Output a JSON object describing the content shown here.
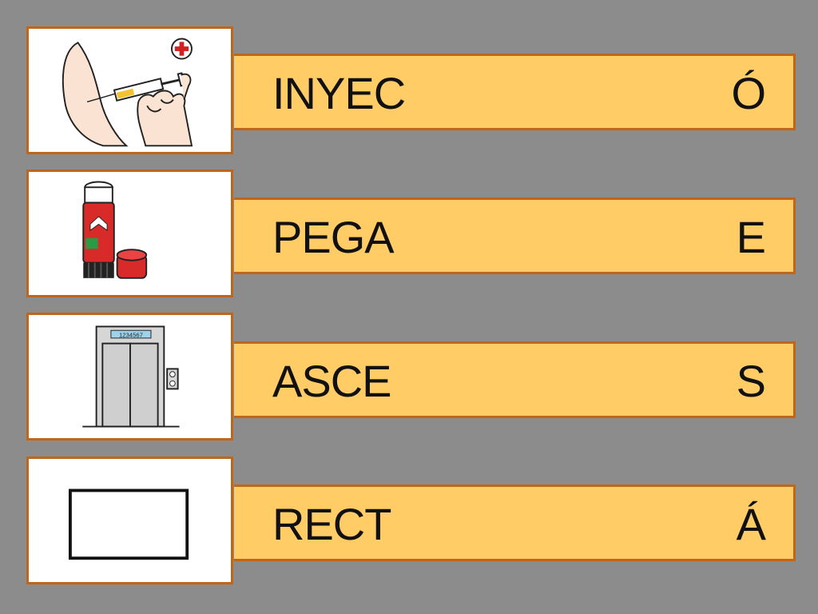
{
  "rows": [
    {
      "word": "INYEC",
      "letter": "Ó",
      "picture": "injection-picture"
    },
    {
      "word": "PEGA",
      "letter": "E",
      "picture": "glue-stick-picture"
    },
    {
      "word": "ASCE",
      "letter": "S",
      "picture": "elevator-picture"
    },
    {
      "word": "RECT",
      "letter": "Á",
      "picture": "rectangle-picture"
    }
  ],
  "elevator": {
    "floors": "1234567"
  },
  "colors": {
    "background": "#8c8c8c",
    "bar_fill": "#ffcc66",
    "border": "#c0661a",
    "card_fill": "#ffffff"
  }
}
